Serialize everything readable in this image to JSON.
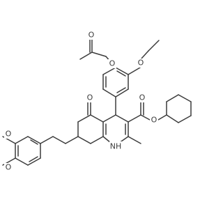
{
  "molecule": {
    "atom_labels": {
      "o_carbonyl_acetyl": "O",
      "o_ester_acetyl": "O",
      "o_ethoxy": "O",
      "o_ketone": "O",
      "o_carbonyl_ester": "O",
      "o_ester_ring": "O",
      "nh": "NH",
      "o_methoxy_top": "O",
      "o_methoxy_bottom": "O"
    }
  }
}
